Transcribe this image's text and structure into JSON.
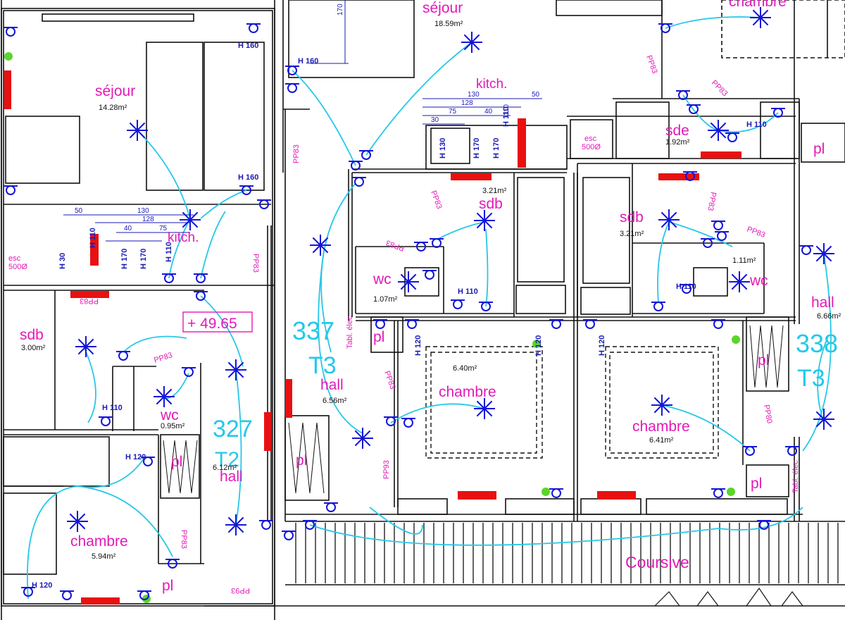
{
  "colors": {
    "wall": "#111111",
    "wiring": "#25c8e8",
    "electrical": "#1515d8",
    "label": "#e21ab8",
    "unit": "#25c8e8",
    "heater": "#e81010",
    "sensor": "#5ad62a"
  },
  "apt_327": {
    "number": "327",
    "type": "T2",
    "sejour": {
      "name": "séjour",
      "area": "14.28m²"
    },
    "kitchen": "kitch.",
    "sdb": {
      "name": "sdb",
      "area": "3.00m²"
    },
    "wc": {
      "name": "wc",
      "area": "0.95m²"
    },
    "hall": {
      "name": "hall",
      "area": "6.12m²"
    },
    "chambre": {
      "name": "chambre",
      "area": "5.94m²"
    },
    "pl_1": "pl",
    "pl_2": "pl",
    "esc": "esc",
    "esc_vol": "500Ø",
    "level": "+ 49.65",
    "h_sejour_top": "H 160",
    "h_sejour_bottom": "H 160",
    "h_wc": "H 110",
    "h_hall": "H 120",
    "h_chambre": "H 120",
    "h_kitchen_30": "H 30",
    "h_kitchen_110": "H 110",
    "h_kitchen_170a": "H 170",
    "h_kitchen_170b": "H 170",
    "h_kitchen_110b": "H 110",
    "dims": [
      "50",
      "130",
      "128",
      "40",
      "75"
    ],
    "door_pp83_a": "PP83",
    "door_pp83_b": "PP83",
    "door_pp83_c": "PP83",
    "door_pp83_d": "PP83",
    "door_pp93": "PP93"
  },
  "apt_337": {
    "number": "337",
    "type": "T3",
    "sejour": {
      "name": "séjour",
      "area": "18.59m²"
    },
    "kitchen": "kitch.",
    "sdb": {
      "name": "sdb",
      "area": "3.21m²"
    },
    "wc": {
      "name": "wc",
      "area": "1.07m²"
    },
    "hall": {
      "name": "hall",
      "area": "6.56m²"
    },
    "chambre": {
      "name": "chambre",
      "area": "6.40m²"
    },
    "pl_1": "pl",
    "pl_2": "pl",
    "tabl": "Tabl. élec",
    "h_sejour": "H 160",
    "h_wc": "H 110",
    "h_chambre_a": "H 120",
    "h_chambre_b": "H 120",
    "h_kitchen_130": "H 130",
    "h_kitchen_170a": "H 170",
    "h_kitchen_170b": "H 170",
    "h_kitchen_110": "H 110",
    "dim_170": "170",
    "dims": [
      "130",
      "50",
      "128",
      "75",
      "40",
      "110",
      "30"
    ],
    "door_pp83_a": "PP83",
    "door_pp83_b": "PP83",
    "door_pp83_c": "PP83",
    "door_pp83_d": "PP83",
    "door_pp93": "PP93"
  },
  "apt_mid": {
    "sde": {
      "name": "sde",
      "area": "1.92m²"
    },
    "sdb": {
      "name": "sdb",
      "area": "3.21m²"
    },
    "wc": {
      "name": "wc",
      "area": "1.11m²"
    },
    "chambre_top": "chambre",
    "chambre": {
      "name": "chambre",
      "area": "6.41m²"
    },
    "esc": "esc",
    "esc_vol": "500Ø",
    "h_sde": "H 110",
    "h_wc": "H 110",
    "h_chambre": "H 120",
    "door_pp83_a": "PP83",
    "door_pp83_b": "PP83",
    "door_pp83_c": "PP83",
    "door_pp83_d": "PP83",
    "door_pp80": "PP80"
  },
  "apt_338": {
    "number": "338",
    "type": "T3",
    "hall": {
      "name": "hall",
      "area": "6.66m²"
    },
    "pl_1": "pl",
    "pl_2": "pl",
    "pl_3": "pl",
    "tabl": "Tabl. élec"
  },
  "coursive": "Coursive"
}
